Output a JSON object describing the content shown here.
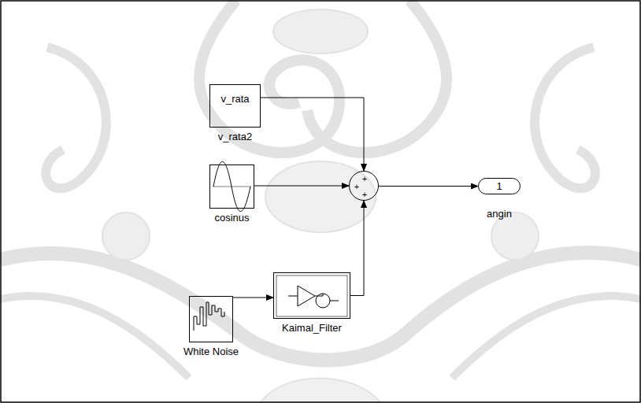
{
  "diagram": {
    "nodes": [
      {
        "text": [
          "v_rata",
          "v_rata2"
        ]
      },
      {
        "text": [
          "cosinus"
        ]
      },
      {
        "text": [
          "+",
          "+",
          "+"
        ]
      },
      {
        "text": [
          "1",
          "angin"
        ]
      },
      {
        "text": [
          "White Noise"
        ]
      },
      {
        "text": [
          "Kaimal_Filter"
        ]
      }
    ],
    "edges": [
      {
        "from": 0,
        "to": 2,
        "arrow": "to"
      },
      {
        "from": 1,
        "to": 2,
        "arrow": "to"
      },
      {
        "from": 5,
        "to": 2,
        "arrow": "to"
      },
      {
        "from": 2,
        "to": 3,
        "arrow": "to"
      },
      {
        "from": 4,
        "to": 5,
        "arrow": "to"
      }
    ]
  }
}
